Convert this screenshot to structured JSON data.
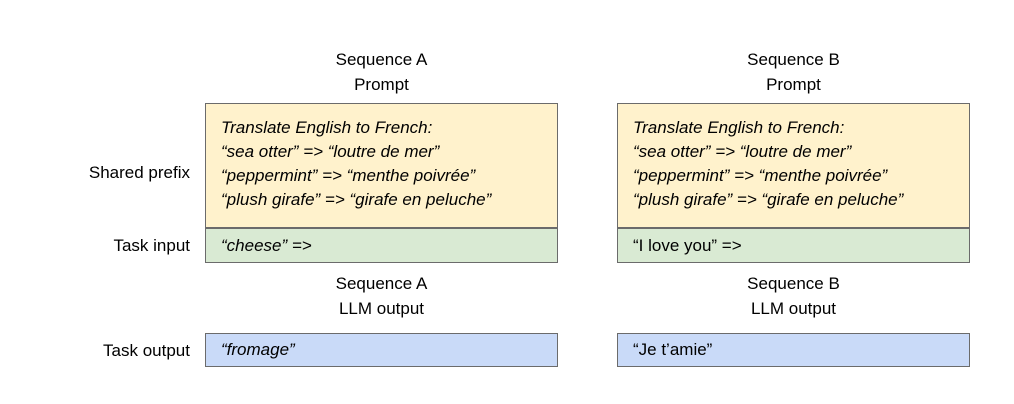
{
  "labels": {
    "shared_prefix": "Shared prefix",
    "task_input": "Task input",
    "task_output": "Task output"
  },
  "colors": {
    "prompt_bg": "#FFF2CC",
    "input_bg": "#D9EAD3",
    "output_bg": "#C9DAF8",
    "border": "#6b6b6b"
  },
  "sequences": [
    {
      "prompt_header_line1": "Sequence A",
      "prompt_header_line2": "Prompt",
      "output_header_line1": "Sequence A",
      "output_header_line2": "LLM output",
      "prompt_lines": [
        "Translate English to French:",
        "“sea otter” => “loutre de mer”",
        "“peppermint” => “menthe poivrée”",
        "“plush girafe” => “girafe en peluche”"
      ],
      "task_input": "“cheese” =>",
      "task_output": "“fromage”"
    },
    {
      "prompt_header_line1": "Sequence B",
      "prompt_header_line2": "Prompt",
      "output_header_line1": "Sequence B",
      "output_header_line2": "LLM output",
      "prompt_lines": [
        "Translate English to French:",
        "“sea otter” => “loutre de mer”",
        "“peppermint” => “menthe poivrée”",
        "“plush girafe” => “girafe en peluche”"
      ],
      "task_input": "“I love you” =>",
      "task_output": "“Je t’amie”"
    }
  ]
}
